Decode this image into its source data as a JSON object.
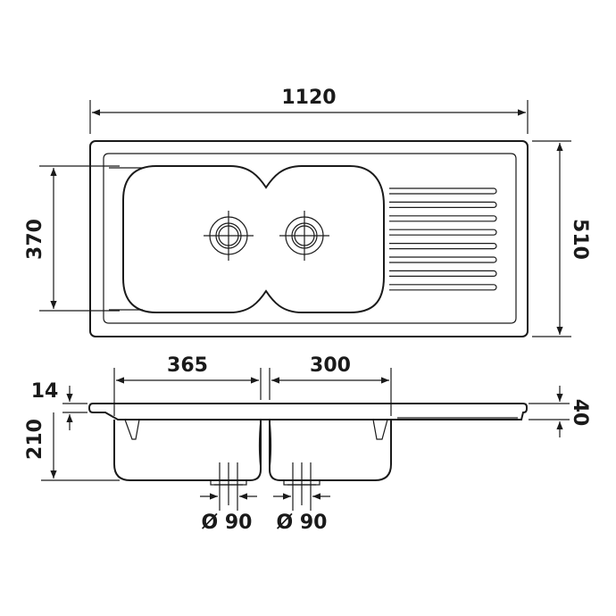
{
  "top_view": {
    "overall_width": "1120",
    "overall_depth": "510",
    "bowl_depth": "370"
  },
  "side_view": {
    "bowl_width_left": "365",
    "bowl_width_right": "300",
    "rim_thickness": "14",
    "bowl_height": "210",
    "drainer_height": "40"
  },
  "drains": {
    "left_diameter": "Ø 90",
    "right_diameter": "Ø 90"
  }
}
